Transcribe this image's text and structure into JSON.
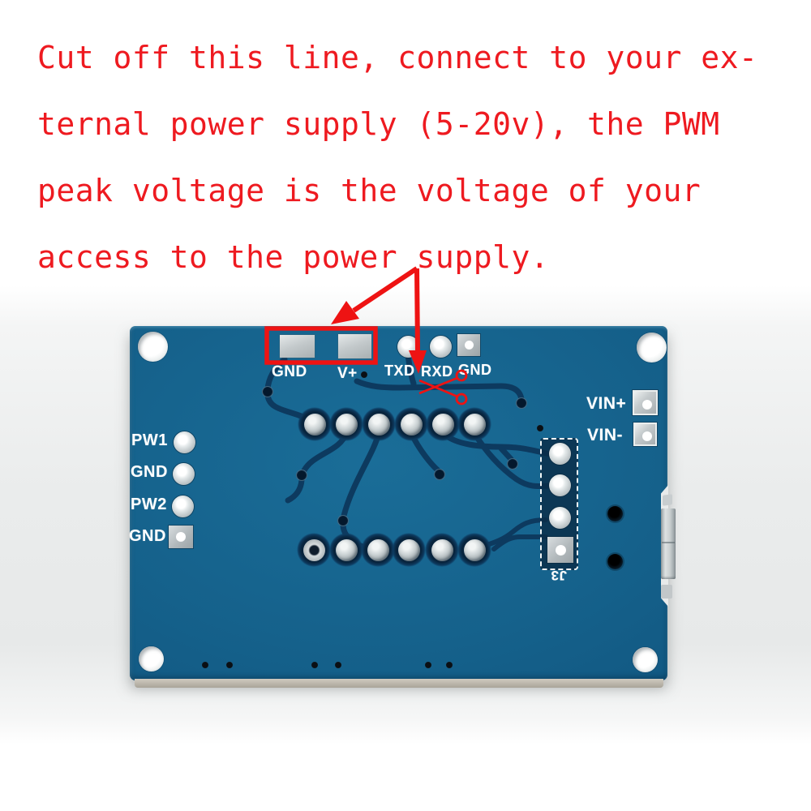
{
  "caption": {
    "color": "#ee1a20",
    "lines": [
      "Cut off this line, connect to your ex-",
      "ternal power supply (5-20v), the PWM",
      "peak voltage is the voltage of your",
      "access to the power supply."
    ]
  },
  "pcb": {
    "top_labels": [
      "GND",
      "V+",
      "TXD",
      "RXD",
      "GND"
    ],
    "left_labels": [
      "PW1",
      "GND",
      "PW2",
      "GND"
    ],
    "right_labels": [
      "VIN+",
      "VIN-"
    ],
    "connector_label": "J3",
    "colors": {
      "board_blue": "#15618b",
      "trace_navy": "#0d3a5f",
      "silkscreen": "#ffffff",
      "annotation_red": "#ee1313",
      "pad_silver": "#c4cacc"
    }
  }
}
